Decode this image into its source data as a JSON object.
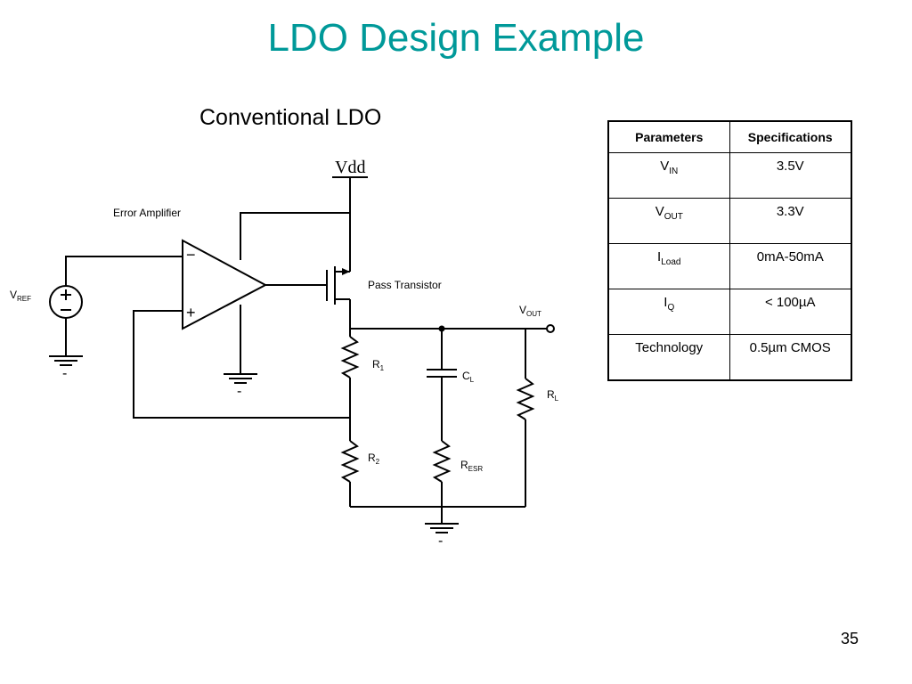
{
  "slide": {
    "title": "LDO Design Example",
    "subtitle": "Conventional LDO",
    "page_number": "35"
  },
  "circuit": {
    "supply": "Vdd",
    "error_amplifier": "Error Amplifier",
    "pass_transistor": "Pass Transistor",
    "minus_sign": "−",
    "plus_sign": "+",
    "vref": {
      "main": "V",
      "sub": "REF"
    },
    "vout": {
      "main": "V",
      "sub": "OUT"
    },
    "r1": {
      "main": "R",
      "sub": "1"
    },
    "r2": {
      "main": "R",
      "sub": "2"
    },
    "cl": {
      "main": "C",
      "sub": "L"
    },
    "resr": {
      "main": "R",
      "sub": "ESR"
    },
    "rl": {
      "main": "R",
      "sub": "L"
    },
    "ground_label": "-"
  },
  "table": {
    "headers": [
      "Parameters",
      "Specifications"
    ],
    "rows": [
      {
        "param": "V",
        "param_sub": "IN",
        "spec": "3.5V"
      },
      {
        "param": "V",
        "param_sub": "OUT",
        "spec": "3.3V"
      },
      {
        "param": "I",
        "param_sub": "Load",
        "spec": "0mA-50mA"
      },
      {
        "param": "I",
        "param_sub": "Q",
        "spec": "< 100µA"
      },
      {
        "param": "Technology",
        "param_sub": "",
        "spec": "0.5µm CMOS"
      }
    ]
  }
}
